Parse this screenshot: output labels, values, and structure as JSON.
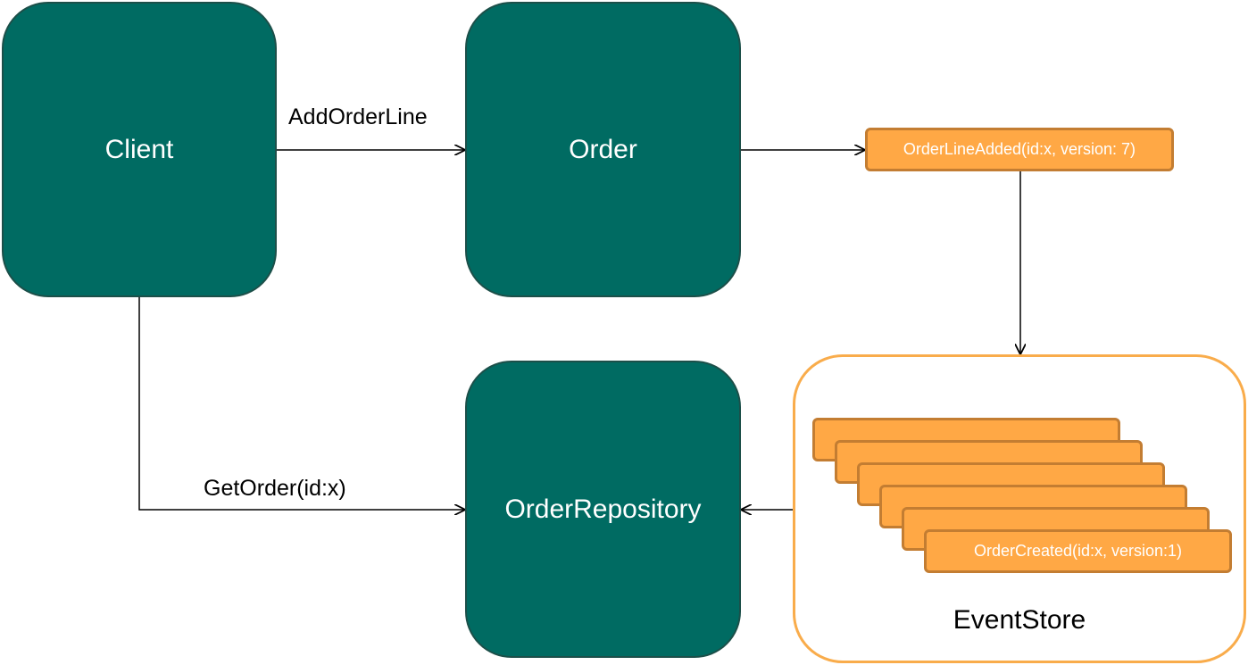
{
  "nodes": {
    "client": "Client",
    "order": "Order",
    "repository": "OrderRepository"
  },
  "edges": {
    "add_order_line": "AddOrderLine",
    "get_order": "GetOrder(id:x)"
  },
  "events": {
    "order_line_added": "OrderLineAdded(id:x,  version: 7)",
    "order_created": "OrderCreated(id:x, version:1)"
  },
  "event_store": {
    "label": "EventStore"
  },
  "colors": {
    "node_fill": "#006b62",
    "node_border": "#1c4f49",
    "event_fill": "#ffa845",
    "event_border": "#c37d32",
    "store_border": "#f9ac4b"
  }
}
